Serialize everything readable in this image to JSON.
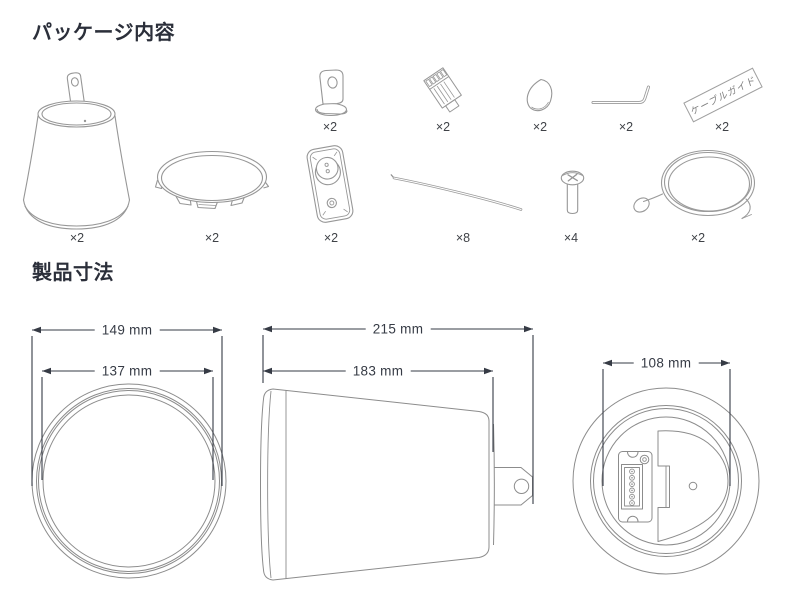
{
  "sections": {
    "package": {
      "title": "パッケージ内容"
    },
    "dimensions": {
      "title": "製品寸法"
    }
  },
  "package_items": [
    {
      "id": "pendant-speaker",
      "qty": "×2"
    },
    {
      "id": "wall-bracket",
      "qty": "×2"
    },
    {
      "id": "euroblock-connector",
      "qty": "×2"
    },
    {
      "id": "grille-badge",
      "qty": "×2"
    },
    {
      "id": "hex-key",
      "qty": "×2"
    },
    {
      "id": "cable-guide-card",
      "qty": "×2",
      "label": "ケーブルガイド"
    },
    {
      "id": "ceiling-cover",
      "qty": "×2"
    },
    {
      "id": "mounting-plate",
      "qty": "×2"
    },
    {
      "id": "support-rod",
      "qty": "×8"
    },
    {
      "id": "screw",
      "qty": "×4"
    },
    {
      "id": "safety-wire",
      "qty": "×2"
    }
  ],
  "dimension_labels": {
    "front_outer": "149 mm",
    "front_inner": "137 mm",
    "side_total": "215 mm",
    "side_body": "183 mm",
    "back_width": "108 mm"
  },
  "colors": {
    "heading_text": "#2b2f3a",
    "dimension_text": "#363b45",
    "line_art": "#979797",
    "drawing_line": "#8c8c8c"
  }
}
